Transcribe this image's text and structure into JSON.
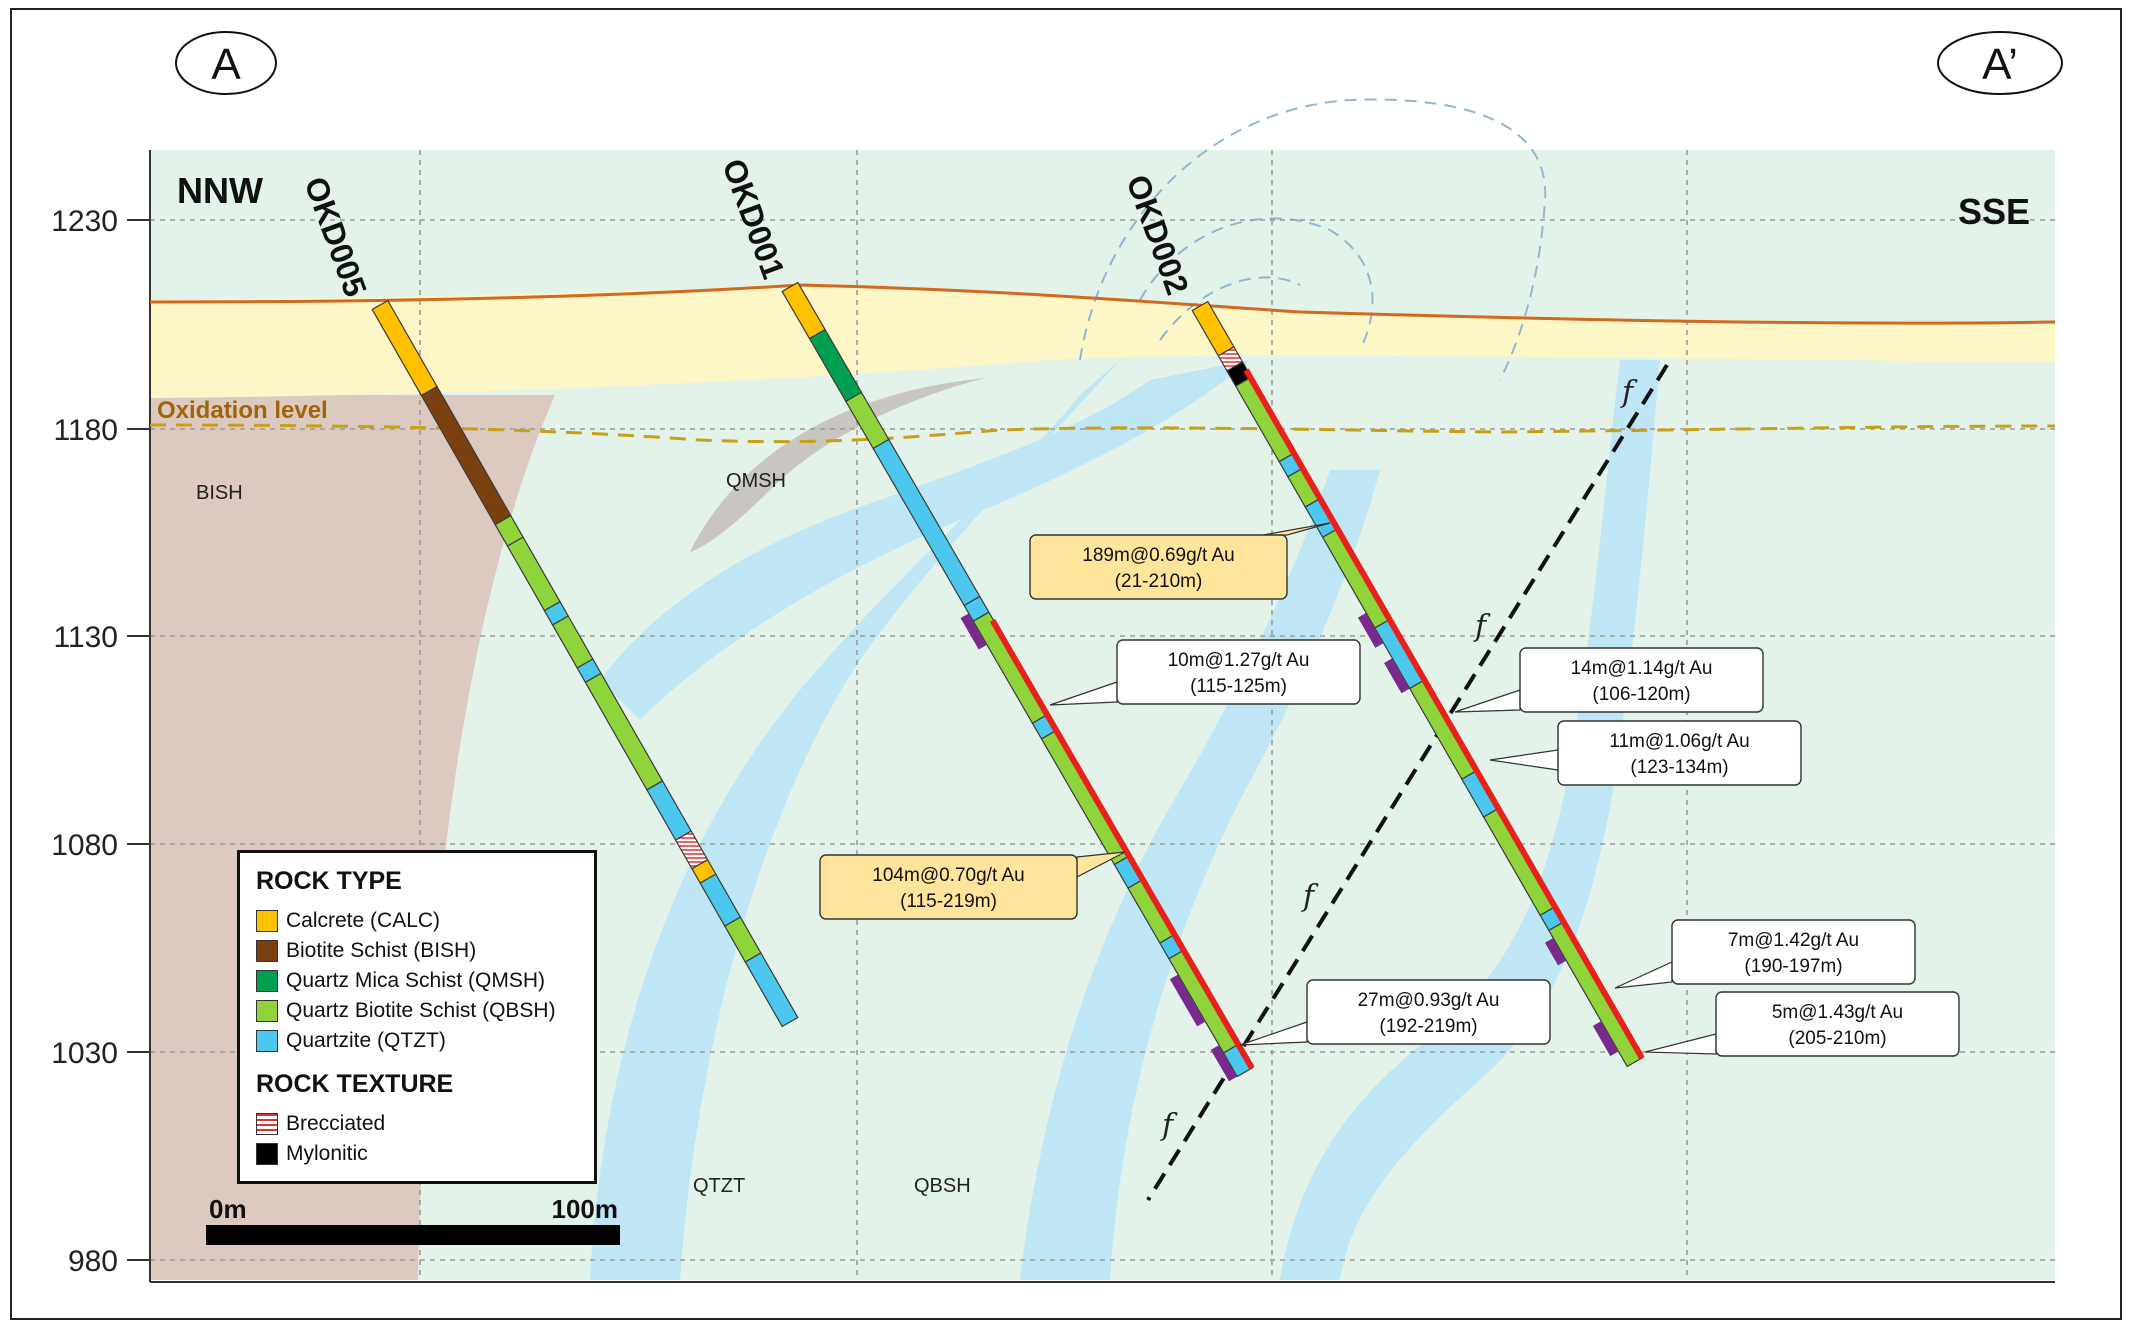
{
  "section_labels": {
    "left_corner": "A",
    "right_corner": "A’",
    "left_dir": "NNW",
    "right_dir": "SSE"
  },
  "y_axis": {
    "ticks": [
      "1230",
      "1180",
      "1130",
      "1080",
      "1030",
      "980"
    ]
  },
  "oxidation_label": "Oxidation level",
  "unit_labels": {
    "bish": "BISH",
    "qmsh": "QMSH",
    "qtzt": "QTZT",
    "qbsh": "QBSH"
  },
  "drillholes": [
    {
      "id": "OKD005"
    },
    {
      "id": "OKD001"
    },
    {
      "id": "OKD002"
    }
  ],
  "intercepts": [
    {
      "line1": "189m@0.69g/t Au",
      "line2": "(21-210m)",
      "highlight": true
    },
    {
      "line1": "10m@1.27g/t Au",
      "line2": "(115-125m)",
      "highlight": false
    },
    {
      "line1": "14m@1.14g/t Au",
      "line2": "(106-120m)",
      "highlight": false
    },
    {
      "line1": "11m@1.06g/t Au",
      "line2": "(123-134m)",
      "highlight": false
    },
    {
      "line1": "104m@0.70g/t Au",
      "line2": "(115-219m)",
      "highlight": true
    },
    {
      "line1": "7m@1.42g/t Au",
      "line2": "(190-197m)",
      "highlight": false
    },
    {
      "line1": "27m@0.93g/t Au",
      "line2": "(192-219m)",
      "highlight": false
    },
    {
      "line1": "5m@1.43g/t Au",
      "line2": "(205-210m)",
      "highlight": false
    }
  ],
  "fault_symbol": "f",
  "scale_bar": {
    "start": "0m",
    "end": "100m"
  },
  "legend": {
    "rock_type_title": "ROCK TYPE",
    "rock_types": [
      {
        "label": "Calcrete (CALC)",
        "color": "#ffc000"
      },
      {
        "label": "Biotite Schist (BISH)",
        "color": "#7b4010"
      },
      {
        "label": "Quartz Mica Schist (QMSH)",
        "color": "#00a050"
      },
      {
        "label": "Quartz Biotite Schist (QBSH)",
        "color": "#8fd43a"
      },
      {
        "label": "Quartzite (QTZT)",
        "color": "#4cc8ee"
      }
    ],
    "rock_texture_title": "ROCK TEXTURE",
    "rock_textures": [
      {
        "label": "Brecciated",
        "pattern": "brecciated"
      },
      {
        "label": "Mylonitic",
        "color": "#000000"
      }
    ]
  },
  "colors": {
    "calcrete_zone": "#fdf7c8",
    "bish_zone": "#dcc9bf",
    "qbsh_zone": "#e3f3ea",
    "qtzt_zone": "#bfe6f4",
    "qmsh_zone": "#c9c6c0",
    "surface": "#d2691e",
    "oxidation": "#c8a018",
    "mineralised": "#e8211c",
    "intercept_fill_highlight": "#ffe49c"
  }
}
